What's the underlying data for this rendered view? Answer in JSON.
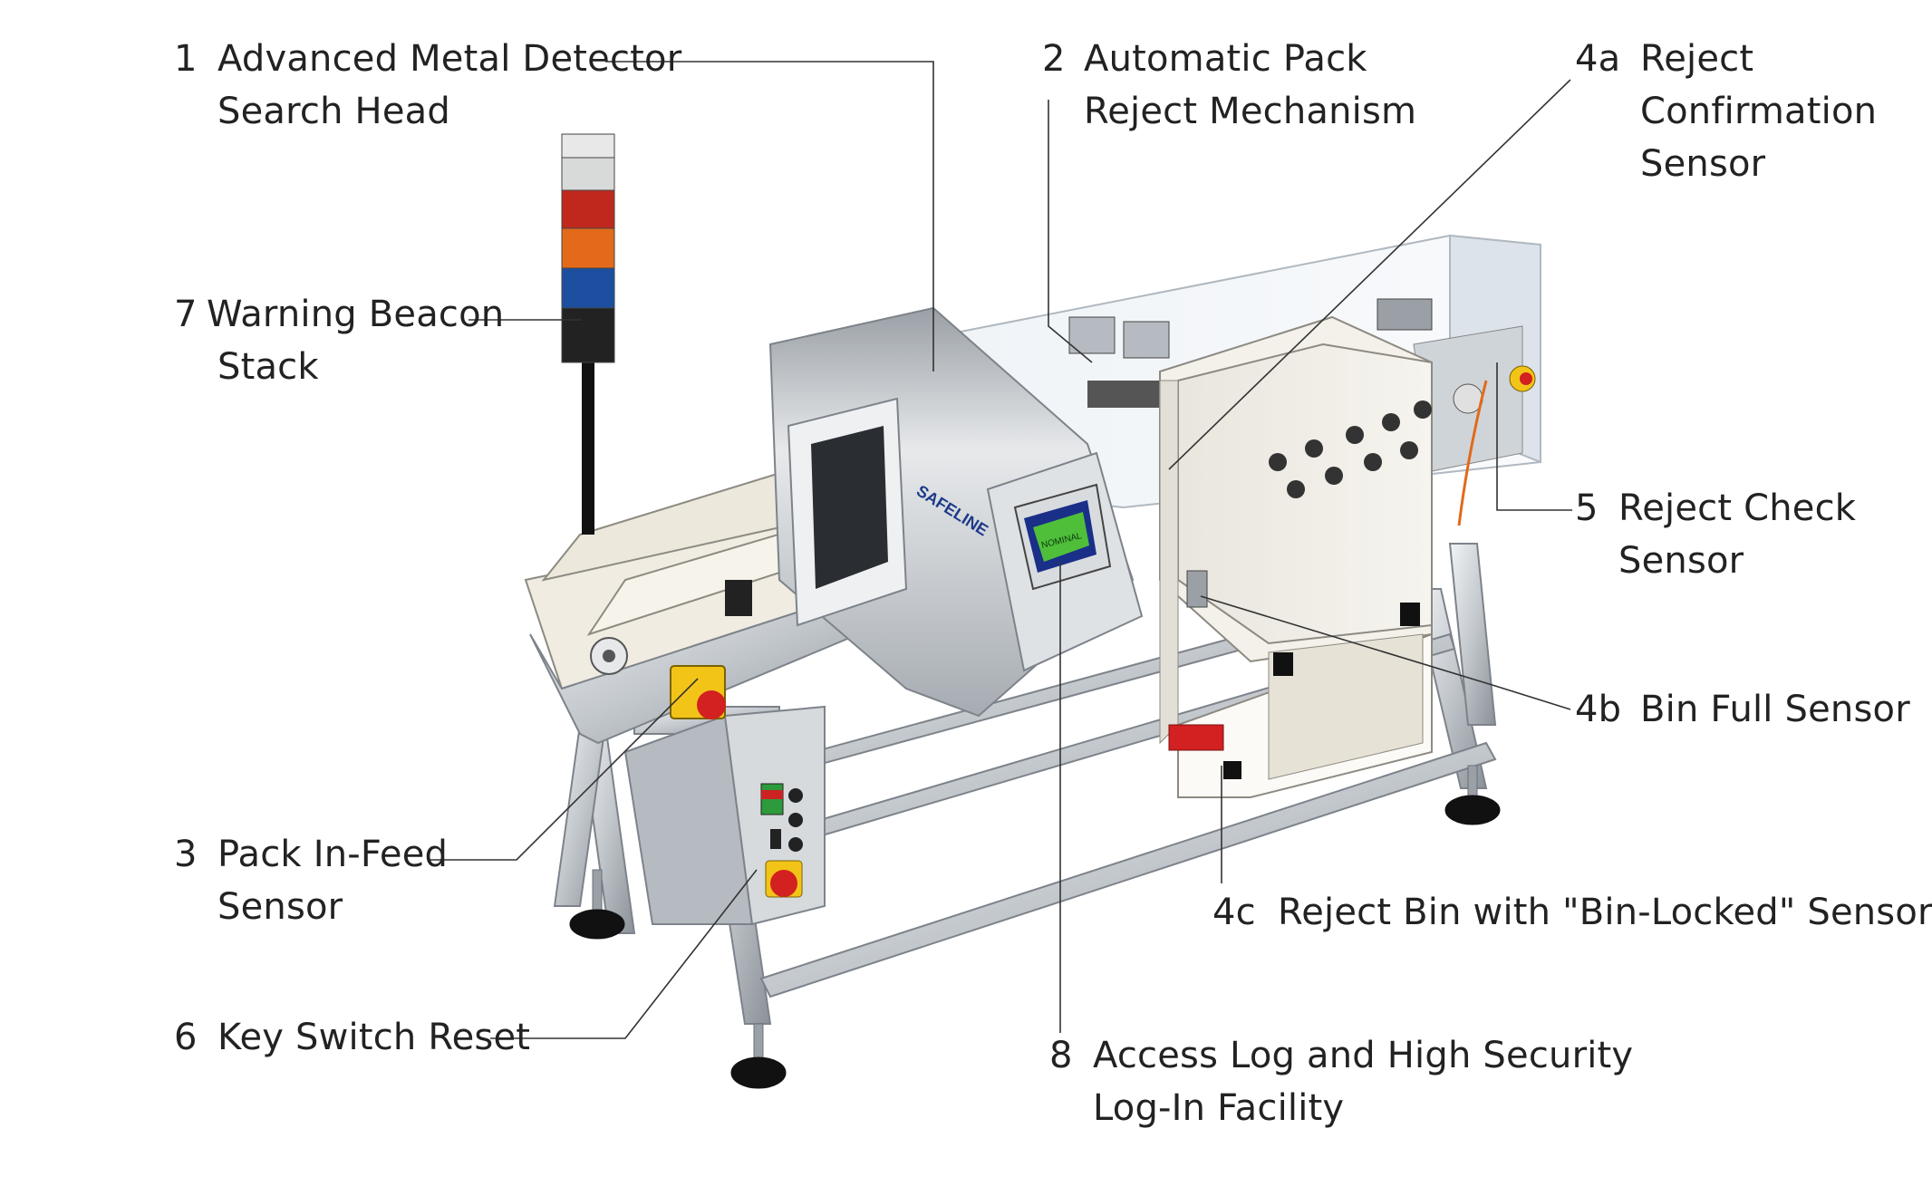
{
  "callouts": {
    "c1": {
      "num": "1",
      "line1": "Advanced Metal Detector",
      "line2": "Search Head"
    },
    "c2": {
      "num": "2",
      "line1": "Automatic Pack",
      "line2": "Reject Mechanism"
    },
    "c4a": {
      "num": "4a",
      "line1": "Reject",
      "line2": "Confirmation",
      "line3": "Sensor"
    },
    "c7": {
      "num": "7",
      "line1": "Warning Beacon",
      "line2": "Stack"
    },
    "c5": {
      "num": "5",
      "line1": "Reject Check",
      "line2": "Sensor"
    },
    "c4b": {
      "num": "4b",
      "line1": "Bin Full Sensor"
    },
    "c3": {
      "num": "3",
      "line1": "Pack In-Feed",
      "line2": "Sensor"
    },
    "c4c": {
      "num": "4c",
      "line1": "Reject Bin with \"Bin-Locked\" Sensor"
    },
    "c6": {
      "num": "6",
      "line1": "Key Switch Reset"
    },
    "c8": {
      "num": "8",
      "line1": "Access Log and High Security",
      "line2": "Log-In Facility"
    }
  },
  "machine": {
    "brand": "SAFELINE",
    "screen_text": "NOMINAL"
  },
  "colors": {
    "text": "#222222",
    "leader": "#333333",
    "steel": "#c8ccd0",
    "belt": "#eeeae0",
    "beacon_red": "#c0281e",
    "beacon_orange": "#e26a1a",
    "beacon_blue": "#1d4fa0",
    "estop_yellow": "#f2c418",
    "sensor_red": "#d32020",
    "screen": "#4fbf3a"
  }
}
